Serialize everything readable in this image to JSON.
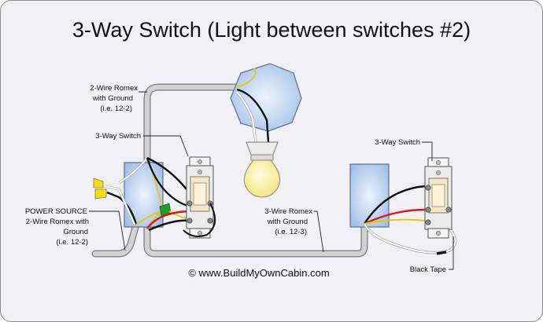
{
  "title": "3-Way Switch (Light between switches #2)",
  "copyright": "© www.BuildMyOwnCabin.com",
  "labels": {
    "romex_top": [
      "2-Wire Romex",
      "with Ground",
      "(i.e. 12-2)"
    ],
    "switch_left": "3-Way Switch",
    "switch_right": "3-Way Switch",
    "power_source": [
      "POWER SOURCE",
      "2-Wire Romex with",
      "Ground",
      "(i.e. 12-2)"
    ],
    "romex_mid": [
      "3-Wire Romex",
      "with Ground",
      "(i.e. 12-3)"
    ],
    "black_tape": "Black Tape"
  },
  "colors": {
    "background": "#f1f1f5",
    "cable": "#d2d2d2",
    "box": "#c6d8f1",
    "hot": "#111111",
    "neutral": "#ffffff",
    "traveler_red": "#d51a1a",
    "ground_bare": "#e1c91e",
    "wire_nut_yellow": "#f3e000",
    "wire_nut_green": "#1f9b2f",
    "bulb": "#fff5a8"
  }
}
